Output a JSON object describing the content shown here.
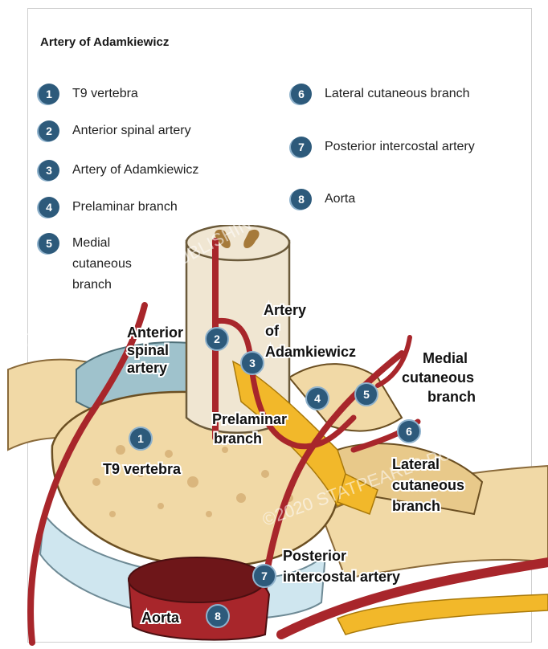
{
  "title": "Artery of Adamkiewicz",
  "legend": [
    {
      "num": "1",
      "label": "T9 vertebra"
    },
    {
      "num": "2",
      "label": "Anterior spinal artery"
    },
    {
      "num": "3",
      "label": "Artery of Adamkiewicz"
    },
    {
      "num": "4",
      "label": "Prelaminar branch"
    },
    {
      "num": "5",
      "label": "Medial cutaneous branch"
    },
    {
      "num": "6",
      "label": "Lateral cutaneous branch"
    },
    {
      "num": "7",
      "label": "Posterior intercostal artery"
    },
    {
      "num": "8",
      "label": "Aorta"
    }
  ],
  "diagram_labels": {
    "t9": "T9 vertebra",
    "anterior_1": "Anterior",
    "anterior_2": "spinal",
    "anterior_3": "artery",
    "adam_1": "Artery",
    "adam_2": "of",
    "adam_3": "Adamkiewicz",
    "prelaminar_1": "Prelaminar",
    "prelaminar_2": "branch",
    "medial_1": "Medial",
    "medial_2": "cutaneous",
    "medial_3": "branch",
    "lateral_1": "Lateral",
    "lateral_2": "cutaneous",
    "lateral_3": "branch",
    "posterior_1": "Posterior",
    "posterior_2": "intercostal artery",
    "aorta": "Aorta"
  },
  "watermark": "©2020 STATPEARLS PUBLISHING",
  "colors": {
    "bone": "#f1d9a6",
    "bone_dark": "#e8c98a",
    "artery": "#a8262b",
    "artery_dark": "#6e1619",
    "cartilage": "#cfe6ef",
    "ligament": "#9fc2cc",
    "nerve": "#f2b82a",
    "badge": "#2d5a7b"
  }
}
